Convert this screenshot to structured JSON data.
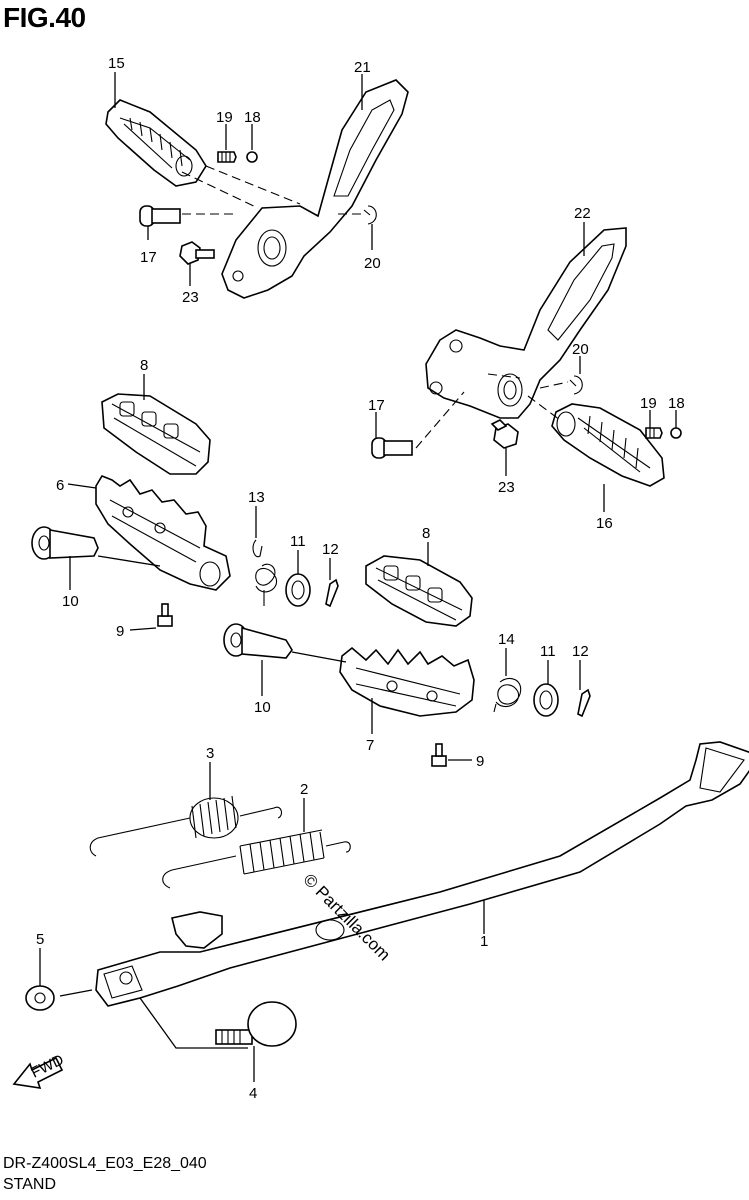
{
  "figure": {
    "title": "FIG.40",
    "model_code": "DR-Z400SL4_E03_E28_040",
    "section_name": "STAND",
    "watermark": "© Partzilla.com",
    "fwd_label": "FWD"
  },
  "callouts": [
    {
      "id": "c15a",
      "label": "15"
    },
    {
      "id": "c21",
      "label": "21"
    },
    {
      "id": "c19a",
      "label": "19"
    },
    {
      "id": "c18a",
      "label": "18"
    },
    {
      "id": "c17a",
      "label": "17"
    },
    {
      "id": "c20a",
      "label": "20"
    },
    {
      "id": "c23a",
      "label": "23"
    },
    {
      "id": "c22",
      "label": "22"
    },
    {
      "id": "c20b",
      "label": "20"
    },
    {
      "id": "c17b",
      "label": "17"
    },
    {
      "id": "c19b",
      "label": "19"
    },
    {
      "id": "c18b",
      "label": "18"
    },
    {
      "id": "c23b",
      "label": "23"
    },
    {
      "id": "c16",
      "label": "16"
    },
    {
      "id": "c8a",
      "label": "8"
    },
    {
      "id": "c6",
      "label": "6"
    },
    {
      "id": "c13",
      "label": "13"
    },
    {
      "id": "c11a",
      "label": "11"
    },
    {
      "id": "c12a",
      "label": "12"
    },
    {
      "id": "c10a",
      "label": "10"
    },
    {
      "id": "c9a",
      "label": "9"
    },
    {
      "id": "c8b",
      "label": "8"
    },
    {
      "id": "c10b",
      "label": "10"
    },
    {
      "id": "c14",
      "label": "14"
    },
    {
      "id": "c11b",
      "label": "11"
    },
    {
      "id": "c12b",
      "label": "12"
    },
    {
      "id": "c7",
      "label": "7"
    },
    {
      "id": "c9b",
      "label": "9"
    },
    {
      "id": "c3",
      "label": "3"
    },
    {
      "id": "c2",
      "label": "2"
    },
    {
      "id": "c1",
      "label": "1"
    },
    {
      "id": "c5",
      "label": "5"
    },
    {
      "id": "c4",
      "label": "4"
    }
  ]
}
